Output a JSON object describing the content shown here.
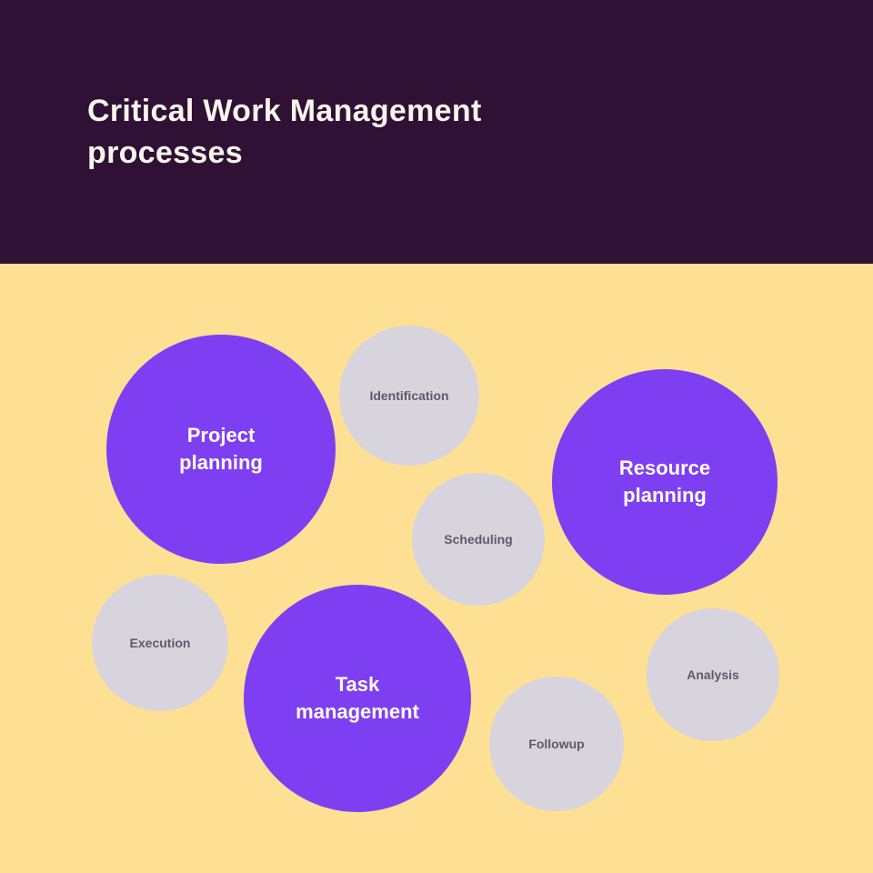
{
  "header": {
    "title": "Critical Work Management processes"
  },
  "bubbles": [
    {
      "label": "Project planning",
      "emphasis": "primary"
    },
    {
      "label": "Identification",
      "emphasis": "secondary"
    },
    {
      "label": "Resource planning",
      "emphasis": "primary"
    },
    {
      "label": "Scheduling",
      "emphasis": "secondary"
    },
    {
      "label": "Execution",
      "emphasis": "secondary"
    },
    {
      "label": "Task management",
      "emphasis": "primary"
    },
    {
      "label": "Followup",
      "emphasis": "secondary"
    },
    {
      "label": "Analysis",
      "emphasis": "secondary"
    }
  ],
  "colors": {
    "header_bg": "#2e1135",
    "canvas_bg": "#fde094",
    "primary_bubble": "#7e3ff2",
    "secondary_bubble": "#d8d4de",
    "title_text": "#fdf4ec",
    "primary_label": "#ffffff",
    "secondary_label": "#5f5a68"
  }
}
